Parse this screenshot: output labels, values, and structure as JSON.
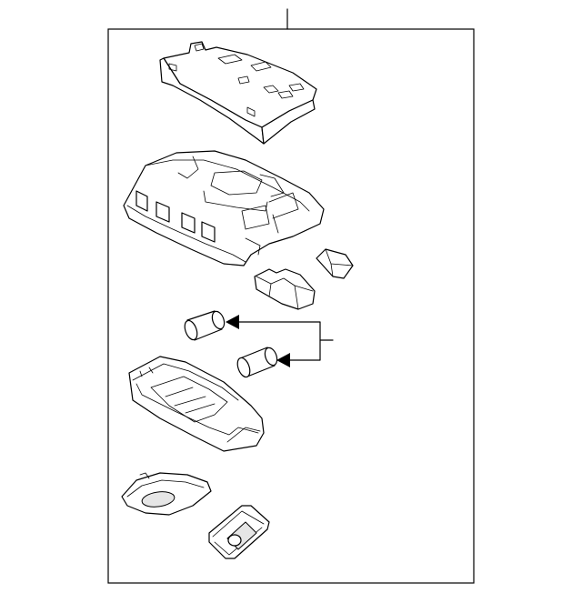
{
  "diagram": {
    "callout_labels": [],
    "part_names": [
      "console-bracket",
      "lamp-housing",
      "switch-knob-small",
      "switch-knob-large",
      "bulb-upper",
      "bulb-lower",
      "lamp-lens",
      "trim-bezel",
      "switch-button"
    ]
  }
}
